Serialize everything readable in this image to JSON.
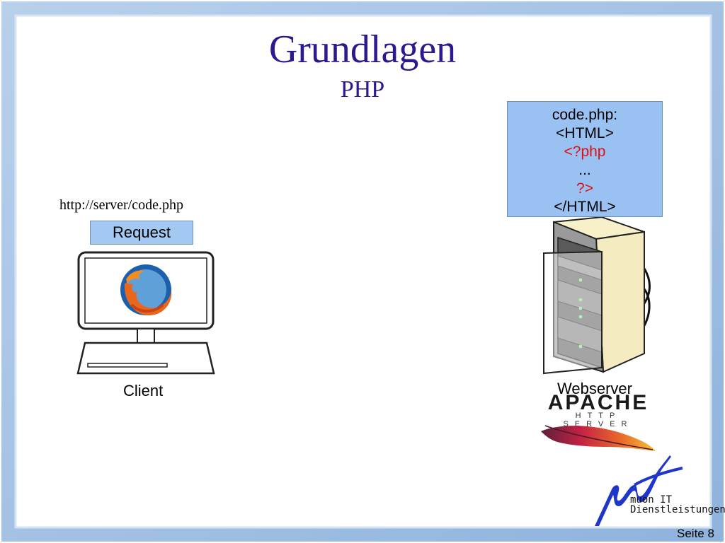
{
  "slide": {
    "title": "Grundlagen",
    "subtitle": "PHP",
    "page_number": "Seite 8"
  },
  "client": {
    "url": "http://server/code.php",
    "request_label": "Request",
    "label": "Client"
  },
  "server": {
    "code_lines": [
      "code.php:",
      "<HTML>",
      "<?php",
      "...",
      "?>",
      "</HTML>"
    ],
    "label": "Webserver",
    "apache_wordmark": "APACHE",
    "apache_sub": "HTTP SERVER"
  },
  "company": {
    "logo_text_1": "muon IT",
    "logo_text_2": "Dienstleistungen"
  },
  "colors": {
    "title": "#2b1a8f",
    "box_fill": "#99c2f3",
    "php_tag": "#e01010",
    "frame": "#9ebde0"
  }
}
